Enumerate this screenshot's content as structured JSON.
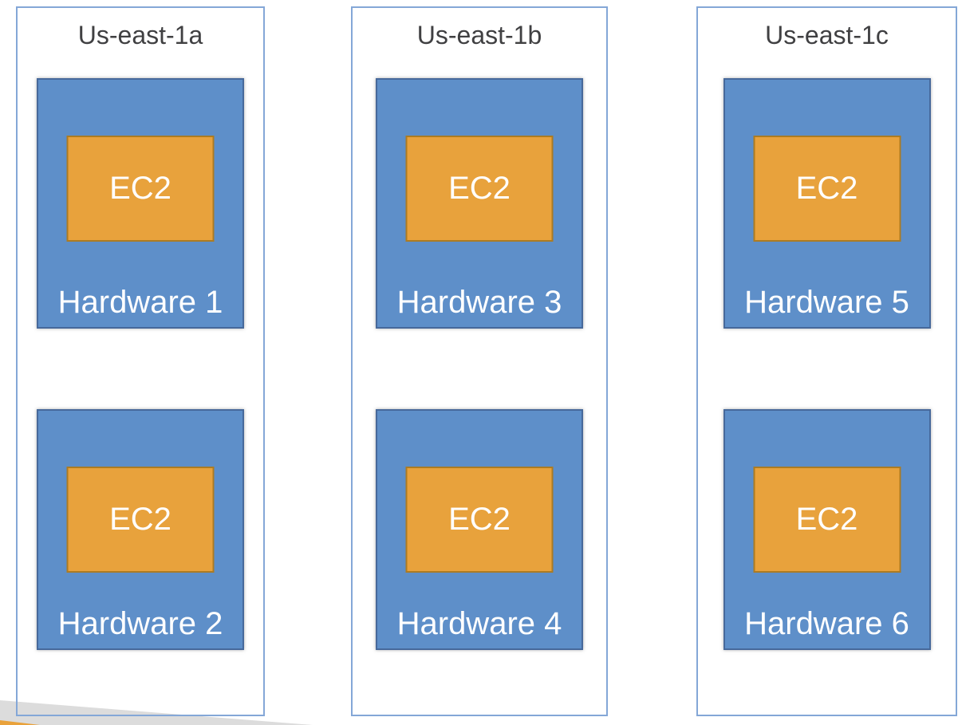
{
  "slide": {
    "background": "#ffffff"
  },
  "colors": {
    "zone_border": "#84a7d7",
    "hardware_fill": "#5e8fc9",
    "hardware_border": "#47699b",
    "ec2_fill": "#e8a23c",
    "ec2_border": "#ab7b23",
    "title_text": "#404042",
    "label_text": "#ffffff",
    "corner_wedge_gray": "#dcdcdc",
    "corner_wedge_orange": "#e9a23b"
  },
  "diagram": {
    "zones": [
      {
        "title": "Us-east-1a",
        "hardware": [
          {
            "label": "Hardware 1",
            "instance": "EC2"
          },
          {
            "label": "Hardware 2",
            "instance": "EC2"
          }
        ]
      },
      {
        "title": "Us-east-1b",
        "hardware": [
          {
            "label": "Hardware 3",
            "instance": "EC2"
          },
          {
            "label": "Hardware 4",
            "instance": "EC2"
          }
        ]
      },
      {
        "title": "Us-east-1c",
        "hardware": [
          {
            "label": "Hardware 5",
            "instance": "EC2"
          },
          {
            "label": "Hardware 6",
            "instance": "EC2"
          }
        ]
      }
    ]
  }
}
